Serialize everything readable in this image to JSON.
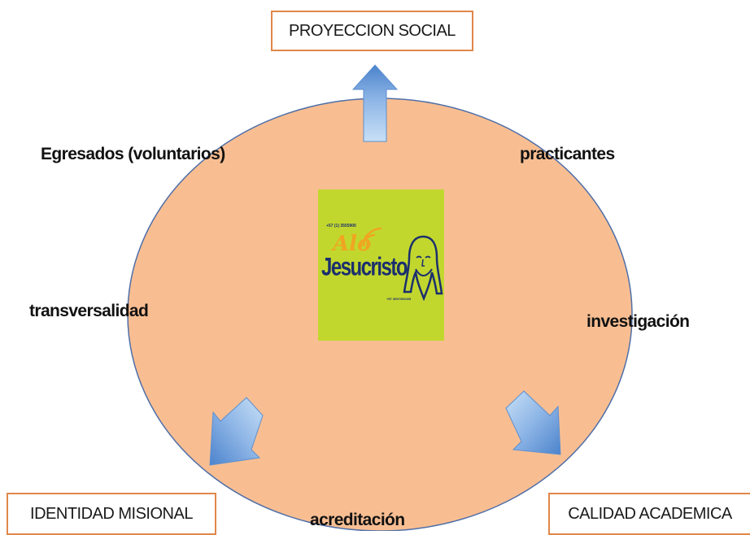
{
  "boxes": {
    "top": "PROYECCION SOCIAL",
    "left": "IDENTIDAD MISIONAL",
    "right": "CALIDAD ACADEMICA"
  },
  "labels": {
    "egresados": "Egresados (voluntarios)",
    "practicantes": "practicantes",
    "transversalidad": "transversalidad",
    "investigacion": "investigación",
    "acreditacion": "acreditación"
  },
  "logo": {
    "script_text": "Aló",
    "brand_text": "Jesucristo",
    "phone_top": "+57 (1) 3555900",
    "phone_bottom": "+57 3057305405"
  },
  "colors": {
    "ellipse_fill": "#F8BE92",
    "ellipse_stroke": "#4F6FA8",
    "box_border": "#E0874A",
    "arrow_light": "#C5DDF4",
    "arrow_dark": "#4E86CE",
    "logo_bg": "#C2D72E"
  }
}
